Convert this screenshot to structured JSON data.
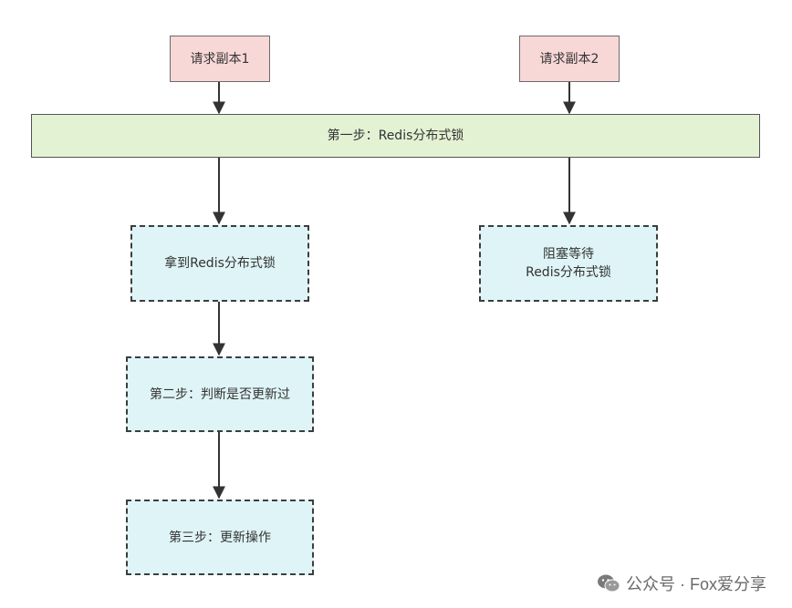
{
  "nodes": {
    "request1": "请求副本1",
    "request2": "请求副本2",
    "step1": "第一步：Redis分布式锁",
    "acquired": "拿到Redis分布式锁",
    "blocked_line1": "阻塞等待",
    "blocked_line2": "Redis分布式锁",
    "step2": "第二步：判断是否更新过",
    "step3": "第三步：更新操作"
  },
  "watermark": "公众号 · Fox爱分享",
  "colors": {
    "request_fill": "#f8d7d7",
    "step_bar_fill": "#e3f2d3",
    "dashed_fill": "#dff4f6",
    "edge": "#333333"
  },
  "edges": [
    {
      "from": "request1",
      "to": "step1"
    },
    {
      "from": "request2",
      "to": "step1"
    },
    {
      "from": "step1",
      "to": "acquired"
    },
    {
      "from": "step1",
      "to": "blocked"
    },
    {
      "from": "acquired",
      "to": "step2"
    },
    {
      "from": "step2",
      "to": "step3"
    }
  ]
}
